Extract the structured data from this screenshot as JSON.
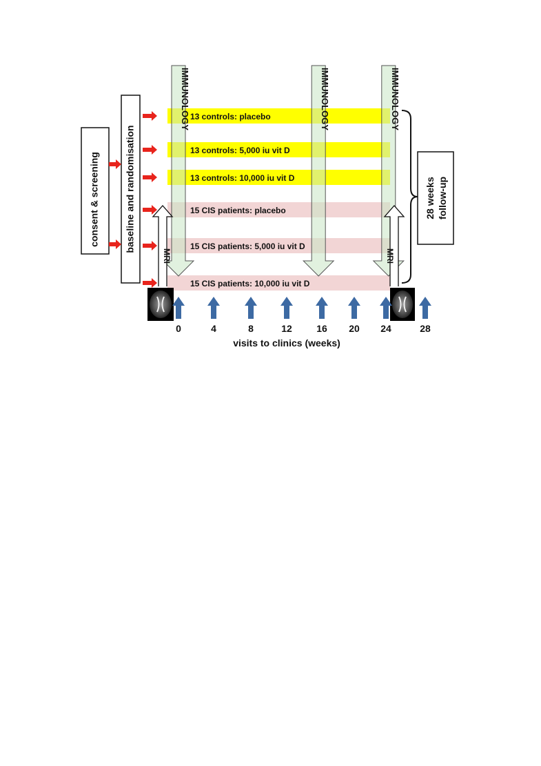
{
  "process_boxes": {
    "consent": "consent & screening",
    "baseline": "baseline and randomisation"
  },
  "arms": [
    {
      "label": "13 controls: placebo",
      "color": "#ffff00"
    },
    {
      "label": "13 controls: 5,000 iu vit D",
      "color": "#ffff00"
    },
    {
      "label": "13 controls: 10,000 iu vit D",
      "color": "#ffff00"
    },
    {
      "label": "15 CIS patients: placebo",
      "color": "#f2d5d5"
    },
    {
      "label": "15 CIS patients: 5,000 iu vit D",
      "color": "#f2d5d5"
    },
    {
      "label": "15 CIS patients: 10,000 iu vit D",
      "color": "#f2d5d5"
    }
  ],
  "immunology": {
    "label": "IMMUNOLOGY",
    "weeks": [
      0,
      16,
      24
    ],
    "color": "#c9e6c5"
  },
  "mri": {
    "label": "MRI",
    "weeks": [
      0,
      24
    ]
  },
  "followup": "28 weeks follow-up",
  "timeline": {
    "weeks": [
      0,
      4,
      8,
      12,
      16,
      20,
      24,
      28
    ],
    "title": "visits to clinics (weeks)",
    "arrow_color": "#3d6aa3"
  },
  "colors": {
    "red_arrow": "#e8241c",
    "outline": "#111111"
  }
}
